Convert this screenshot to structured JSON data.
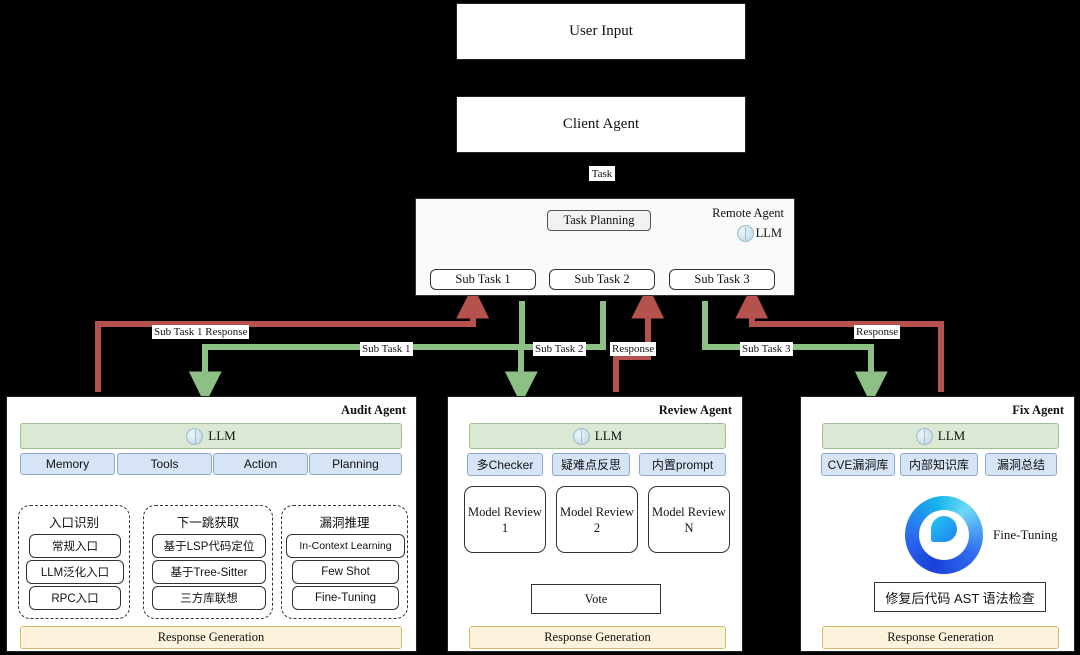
{
  "background": "#000000",
  "colors": {
    "task_arrow": "#b5524e",
    "response_arrow": "#b5524e",
    "subtask_arrow": "#8cc084",
    "llm_bar": "#dbe8d4",
    "capability_box": "#d7e4f6",
    "response_generation": "#fdf3dc"
  },
  "flow": {
    "user_input": "User Input",
    "client_agent": "Client Agent",
    "task_label": "Task"
  },
  "remote_agent": {
    "title": "Remote Agent",
    "llm_label": "LLM",
    "llm_icon": "brain-icon",
    "planning_box": "Task Planning",
    "sub_tasks": [
      "Sub Task 1",
      "Sub Task 2",
      "Sub Task 3"
    ]
  },
  "edges": [
    {
      "label": "Sub Task 1 Response",
      "color": "#b5524e"
    },
    {
      "label": "Sub Task 1",
      "color": "#8cc084"
    },
    {
      "label": "Sub Task 2",
      "color": "#8cc084"
    },
    {
      "label": "Response",
      "color": "#b5524e"
    },
    {
      "label": "Sub Task 3",
      "color": "#8cc084"
    },
    {
      "label": "Response",
      "color": "#b5524e"
    }
  ],
  "audit_agent": {
    "title": "Audit Agent",
    "llm_label": "LLM",
    "llm_icon": "brain-icon",
    "capabilities": [
      "Memory",
      "Tools",
      "Action",
      "Planning"
    ],
    "groups": [
      {
        "title": "入口识别",
        "items": [
          "常规入口",
          "LLM泛化入口",
          "RPC入口"
        ]
      },
      {
        "title": "下一跳获取",
        "items": [
          "基于LSP代码定位",
          "基于Tree-Sitter",
          "三方库联想"
        ]
      },
      {
        "title": "漏洞推理",
        "items": [
          "In-Context Learning",
          "Few Shot",
          "Fine-Tuning"
        ]
      }
    ],
    "response_generation": "Response Generation"
  },
  "review_agent": {
    "title": "Review Agent",
    "llm_label": "LLM",
    "llm_icon": "brain-icon",
    "capabilities": [
      "多Checker",
      "疑难点反思",
      "内置prompt"
    ],
    "model_reviews": [
      "Model Review\n1",
      "Model Review\n2",
      "Model Review\nN"
    ],
    "vote": "Vote",
    "response_generation": "Response Generation"
  },
  "fix_agent": {
    "title": "Fix Agent",
    "llm_label": "LLM",
    "llm_icon": "brain-icon",
    "capabilities": [
      "CVE漏洞库",
      "内部知识库",
      "漏洞总结"
    ],
    "fine_tuning_label": "Fine-Tuning",
    "fine_tuning_icon": "swirl-logo-icon",
    "ast_check": "修复后代码 AST 语法检查",
    "response_generation": "Response Generation"
  }
}
